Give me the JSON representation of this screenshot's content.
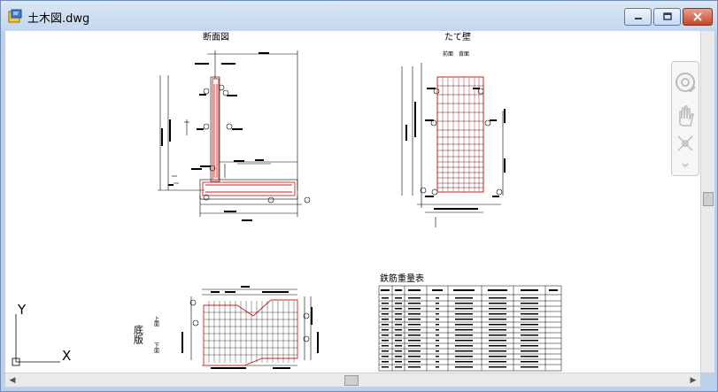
{
  "window": {
    "title": "土木図.dwg"
  },
  "drawing": {
    "section_title": "断面図",
    "wall_title": "たて壁",
    "wall_subtitle": "前面　背面",
    "table_title": "鉄筋重量表",
    "plan_label_kanji": "底版",
    "plan_label_top": "上面",
    "plan_label_bottom": "下面"
  },
  "ucs": {
    "y_label": "Y",
    "x_label": "X"
  },
  "navbar": {
    "tools": [
      "wheel-icon",
      "pan-icon",
      "zoom-icon"
    ]
  },
  "colors": {
    "title_bg": "#c9daf0",
    "rebar_red": "#d02020",
    "frame": "#6f8fb8"
  }
}
